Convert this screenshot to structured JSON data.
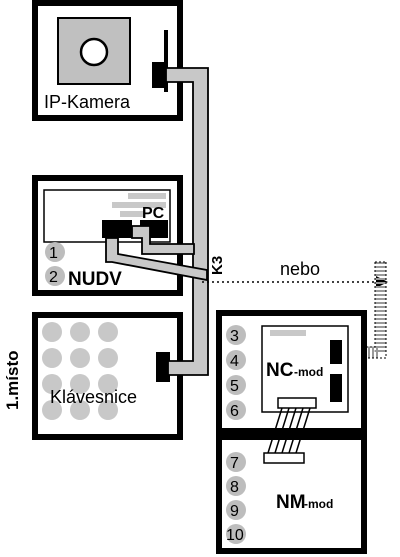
{
  "labels": {
    "ip_camera": "IP-Kamera",
    "pc": "PC",
    "nudv": "NUDV",
    "k3": "K3",
    "nebo": "nebo",
    "first_place": "1.místo",
    "keypad": "Klávesnice",
    "nc": "NC",
    "nc_suffix": "-mod",
    "nm": "NM",
    "nm_suffix": "-mod"
  },
  "nudv_numbers": [
    "1",
    "2"
  ],
  "nc_numbers": [
    "3",
    "4",
    "5",
    "6"
  ],
  "nm_numbers": [
    "7",
    "8",
    "9",
    "10"
  ],
  "colors": {
    "frame": "#000000",
    "cable": "#c8c8c8",
    "bubble": "#bdbdbd",
    "camera_body": "#c0c0c0"
  }
}
